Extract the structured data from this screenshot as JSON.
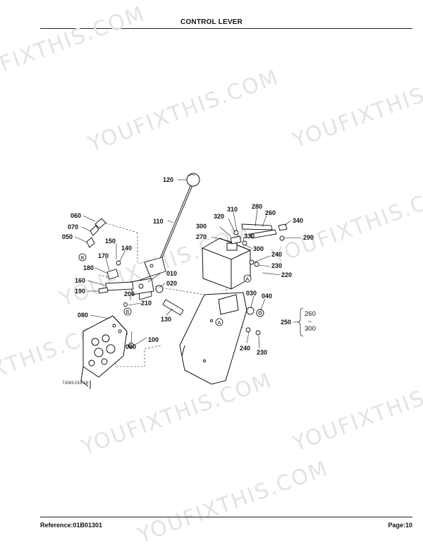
{
  "header": {
    "title": "CONTROL LEVER"
  },
  "footer": {
    "reference": "Reference:01B01301",
    "page": "Page:10"
  },
  "watermark": {
    "text": "YOUFIXTHIS.COM"
  },
  "diagram": {
    "drawing_code": "7J043-019-18",
    "callouts": {
      "c120": "120",
      "c110": "110",
      "c060": "060",
      "c070": "070",
      "c050": "050",
      "c150": "150",
      "c140": "140",
      "c170": "170",
      "c180": "180",
      "c160": "160",
      "c190": "190",
      "c010": "010",
      "c020": "020",
      "c200": "200",
      "c210": "210",
      "c130": "130",
      "c080": "080",
      "c090": "090",
      "c100": "100",
      "c310": "310",
      "c280": "280",
      "c260": "260",
      "c320": "320",
      "c340": "340",
      "c300a": "300",
      "c330": "330",
      "c270": "270",
      "c290": "290",
      "c300b": "300",
      "c240a": "240",
      "c230a": "230",
      "c220": "220",
      "c030": "030",
      "c040": "040",
      "c240b": "240",
      "c230b": "230",
      "c250": "250",
      "c260r": "260",
      "c300r": "300"
    },
    "range_tilde": "~",
    "markers": {
      "a1": "A",
      "a2": "A",
      "b1": "B",
      "b2": "B"
    }
  }
}
